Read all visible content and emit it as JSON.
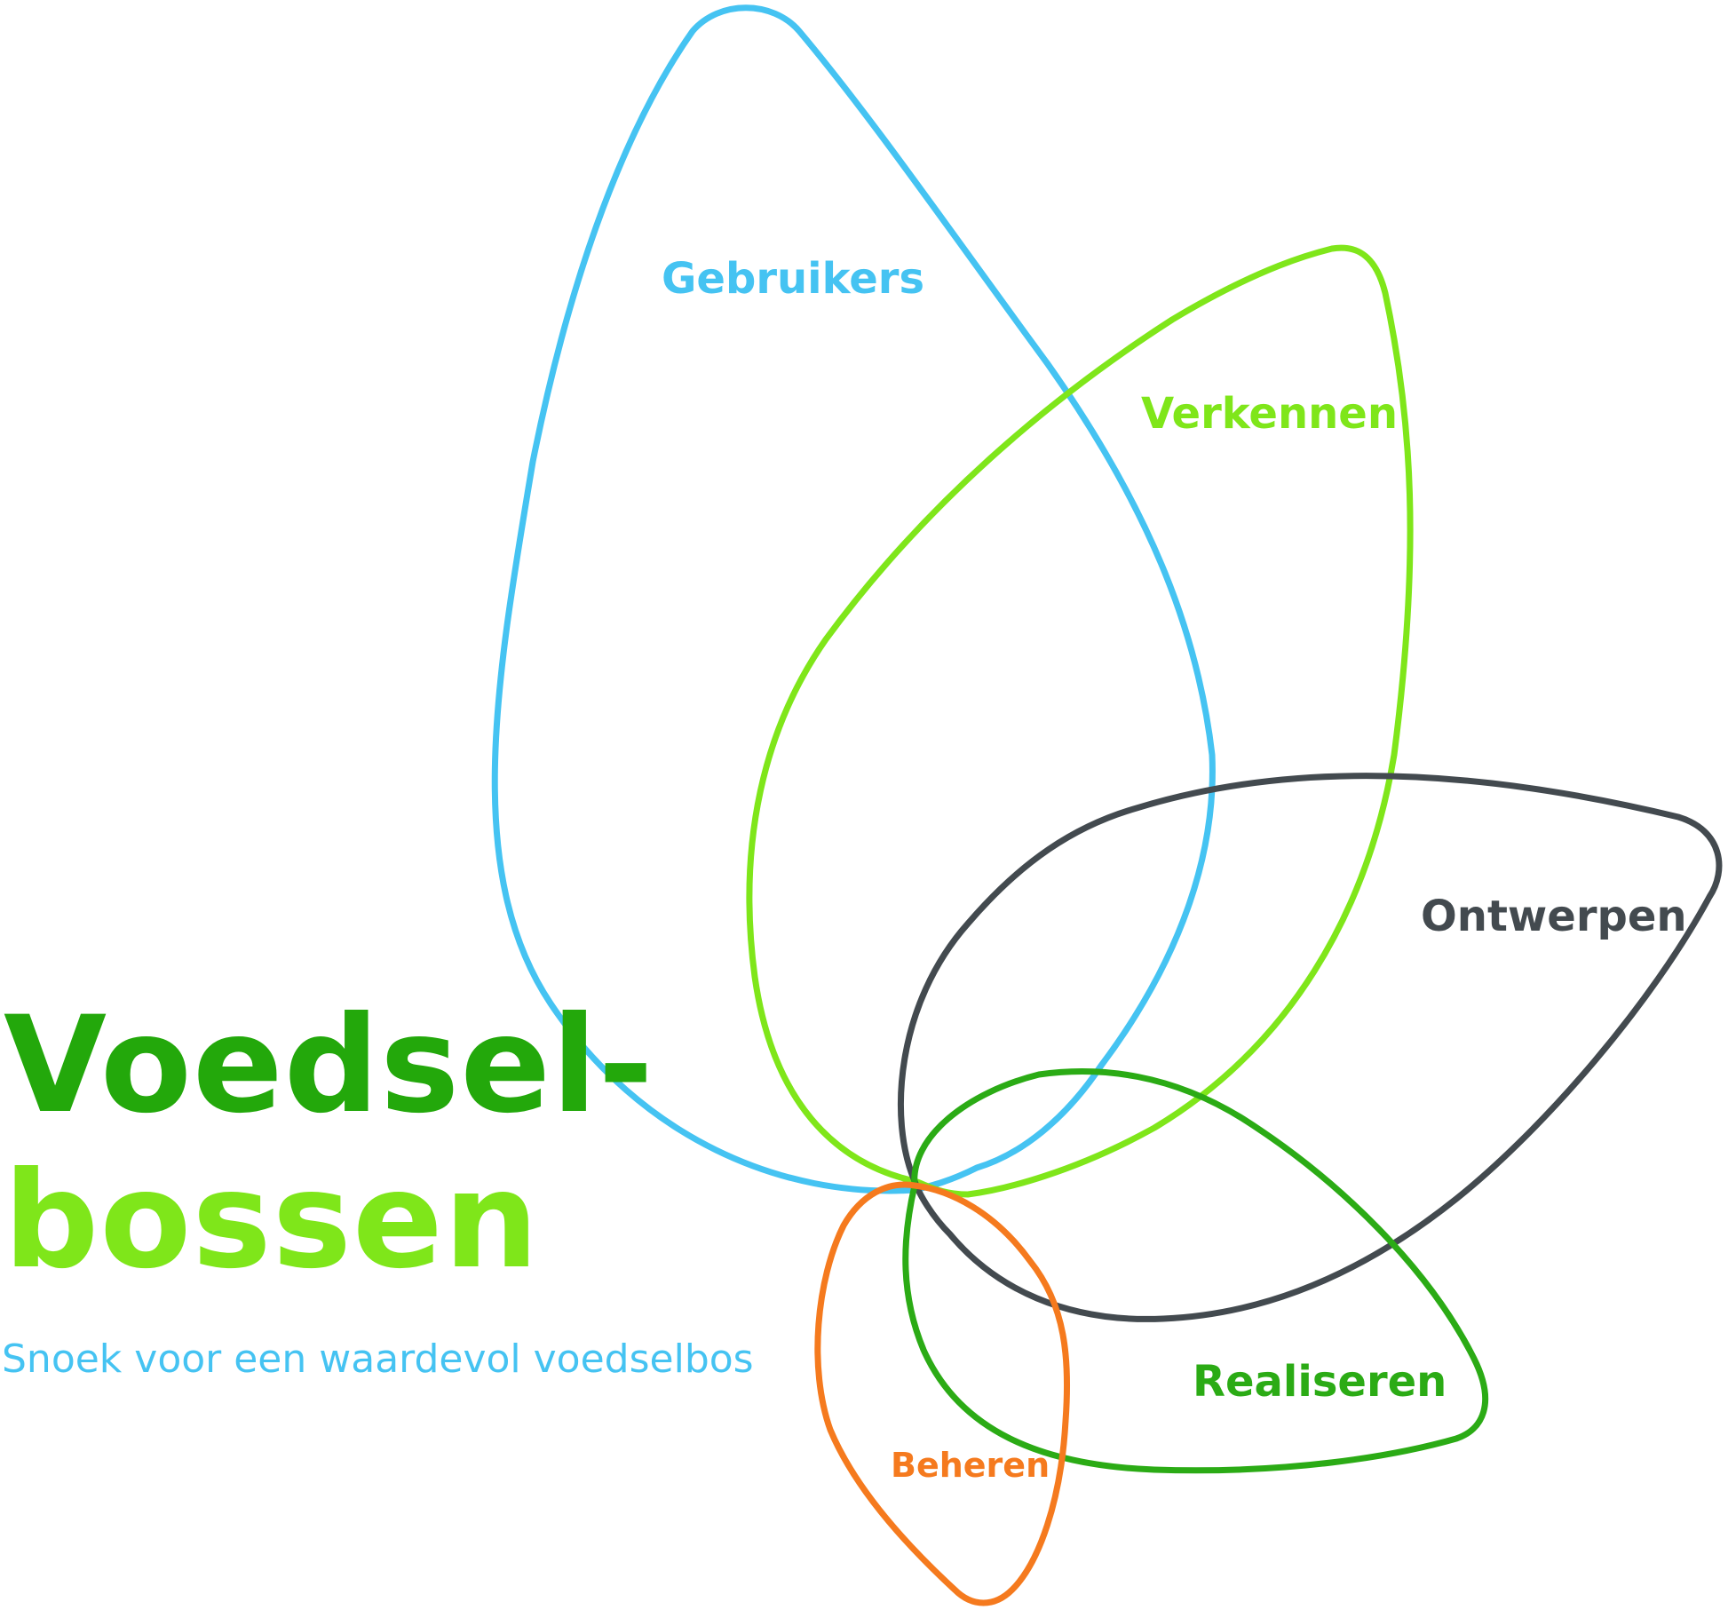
{
  "title": {
    "line1": "Voedsel-",
    "line2": "bossen",
    "line1_color": "#23a80b",
    "line2_color": "#7fe61a"
  },
  "subtitle": {
    "text": "Snoek voor een waardevol voedselbos",
    "color": "#45c3f2"
  },
  "petals": [
    {
      "id": "gebruikers",
      "label": "Gebruikers",
      "color": "#45c3f2"
    },
    {
      "id": "verkennen",
      "label": "Verkennen",
      "color": "#7fe61a"
    },
    {
      "id": "ontwerpen",
      "label": "Ontwerpen",
      "color": "#434a4f"
    },
    {
      "id": "realiseren",
      "label": "Realiseren",
      "color": "#2bab15"
    },
    {
      "id": "beheren",
      "label": "Beheren",
      "color": "#f57a1e"
    }
  ]
}
